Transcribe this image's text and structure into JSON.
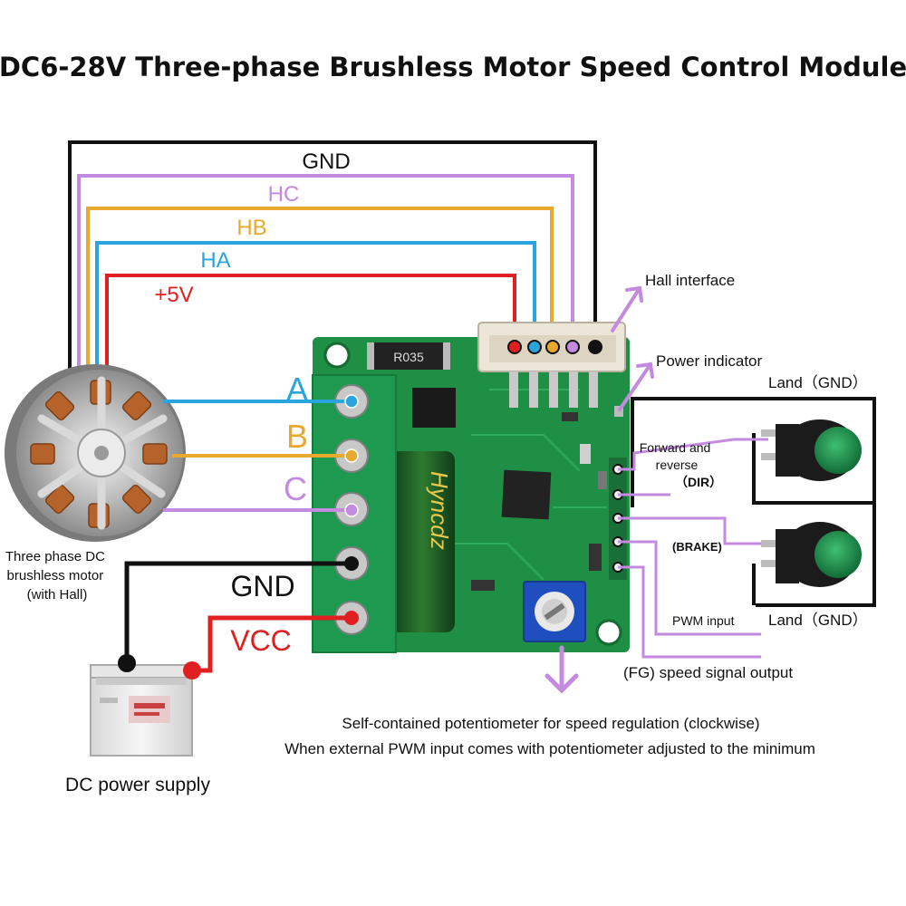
{
  "title": "DC6-28V Three-phase Brushless Motor Speed Control Module",
  "hall_wires": {
    "gnd": "GND",
    "hc": "HC",
    "hb": "HB",
    "ha": "HA",
    "plus5v": "+5V"
  },
  "phase_labels": {
    "a": "A",
    "b": "B",
    "c": "C"
  },
  "power_labels": {
    "gnd": "GND",
    "vcc": "VCC"
  },
  "callouts": {
    "hall_interface": "Hall interface",
    "power_indicator": "Power indicator",
    "land_gnd_top": "Land（GND）",
    "land_gnd_bottom": "Land（GND）",
    "forward_reverse": "Forward and reverse",
    "dir": "（DIR）",
    "brake": "(BRAKE)",
    "pwm_input": "PWM input",
    "fg_output": "(FG) speed signal output"
  },
  "motor_label": "Three phase DC brushless motor (with Hall)",
  "power_supply_label": "DC power supply",
  "potentiometer_note": {
    "line1": "Self-contained potentiometer for speed regulation (clockwise)",
    "line2": "When external PWM input comes with potentiometer adjusted to the minimum"
  },
  "board_marks": {
    "resistor": "R035",
    "capacitor": "Hyncdz"
  },
  "colors": {
    "gnd_wire": "#111111",
    "hc_wire": "#c48ae0",
    "hb_wire": "#e9a92e",
    "ha_wire": "#2aa4dc",
    "plus5v_wire": "#e02020",
    "vcc_wire": "#e02020",
    "signal_wire": "#c48ae0",
    "pcb": "#1f8f45",
    "terminal": "#1d9a4f",
    "button_cap": "#1e8f4e"
  }
}
